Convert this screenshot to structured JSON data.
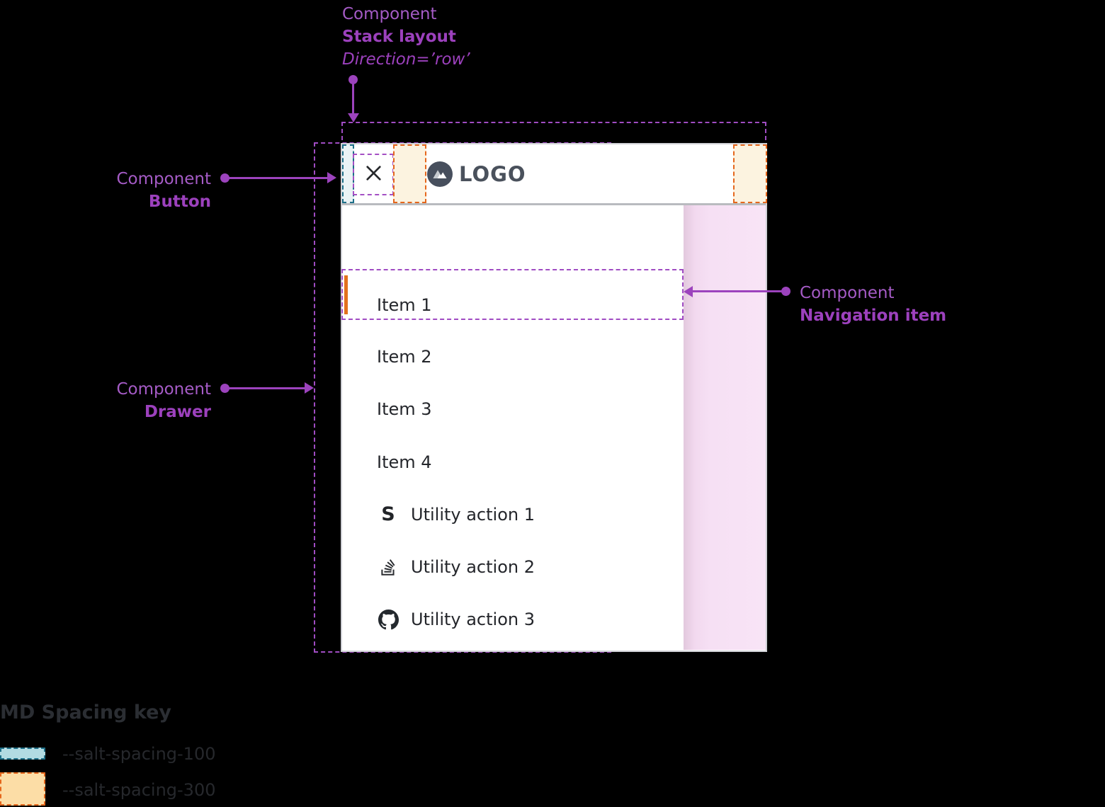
{
  "annotations": {
    "stack_layout": {
      "eyebrow": "Component",
      "title": "Stack layout",
      "subtitle": "Direction=’row’"
    },
    "button": {
      "eyebrow": "Component",
      "title": "Button"
    },
    "drawer": {
      "eyebrow": "Component",
      "title": "Drawer"
    },
    "navigation_item": {
      "eyebrow": "Component",
      "title": "Navigation item"
    }
  },
  "drawer": {
    "logo_text": "LOGO",
    "items": [
      {
        "label": "Item 1",
        "selected": false
      },
      {
        "label": "Item 2",
        "selected": true
      },
      {
        "label": "Item 3",
        "selected": false
      },
      {
        "label": "Item 4",
        "selected": false
      }
    ],
    "utility_actions": [
      {
        "icon": "s-icon",
        "icon_glyph": "S",
        "label": "Utility action 1"
      },
      {
        "icon": "stack-overflow-icon",
        "label": "Utility action 2"
      },
      {
        "icon": "github-icon",
        "label": "Utility action 3"
      }
    ]
  },
  "spacing_key": {
    "title": "MD Spacing key",
    "entries": [
      {
        "token": "--salt-spacing-100",
        "fill": "#b2dbe2",
        "border": "#1f7089"
      },
      {
        "token": "--salt-spacing-300",
        "fill": "#fcdda6",
        "border": "#e5671c"
      }
    ]
  },
  "colors": {
    "annotation_purple": "#9c43bd",
    "spacing_100_teal": "#1f7089",
    "spacing_300_orange": "#e5671c",
    "selected_indicator": "#e2711d",
    "backdrop_pink": "#f6e0f4",
    "drawer_bg": "#ffffff",
    "text_dark": "#24262b"
  }
}
